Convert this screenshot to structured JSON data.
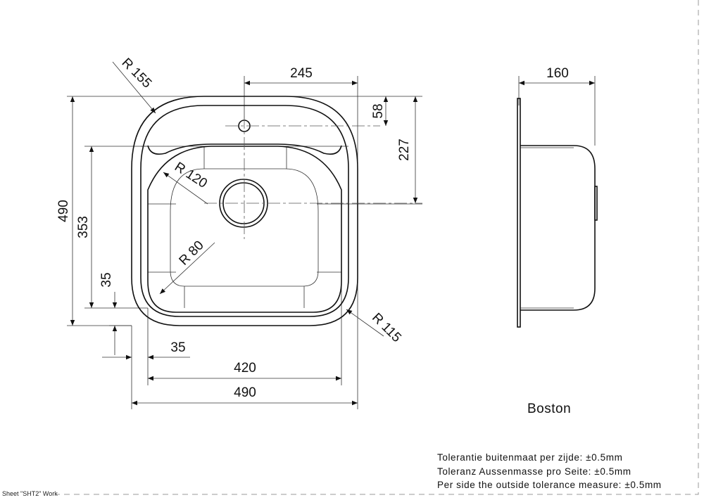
{
  "product_name": "Boston",
  "sheet_label": "Sheet \"SHT2\" Work",
  "tolerances": [
    "Tolerantie buitenmaat per zijde: ±0.5mm",
    "Toleranz Aussenmasse pro Seite: ±0.5mm",
    "Per side the outside tolerance measure: ±0.5mm"
  ],
  "dimensions": {
    "tap_offset_width": "245",
    "depth": "160",
    "tap_offset_top": "58",
    "drain_offset_top": "227",
    "outer_height": "490",
    "bowl_height": "353",
    "rim_left_vertical": "35",
    "rim_bottom_horizontal": "35",
    "bowl_width": "420",
    "outer_width": "490",
    "radius_outer": "R 155",
    "radius_bowl_top": "R 120",
    "radius_bowl_bottom": "R 80",
    "radius_outer_bottom": "R 115"
  }
}
